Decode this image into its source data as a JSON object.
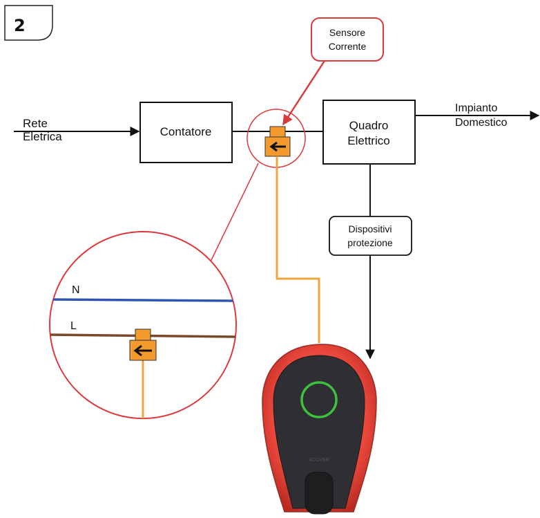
{
  "step": {
    "number": "2"
  },
  "labels": {
    "sensor_line1": "Sensore",
    "sensor_line2": "Corrente",
    "grid_line1": "Rete",
    "grid_line2": "Eletrica",
    "meter": "Contatore",
    "panel_line1": "Quadro",
    "panel_line2": "Elettrico",
    "home_line1": "Impianto",
    "home_line2": "Domestico",
    "protection_line1": "Dispositivi",
    "protection_line2": "protezione",
    "neutral": "N",
    "live": "L",
    "charger_brand": "ECOVER"
  },
  "colors": {
    "sensor_orange": "#f29a2e",
    "highlight_red": "#e0363a",
    "neutral_blue": "#2f55b3",
    "live_brown": "#7a4a28",
    "cable_orange": "#f0a43a",
    "charger_shell": "#e8463a",
    "charger_ring": "#3cc23c"
  }
}
